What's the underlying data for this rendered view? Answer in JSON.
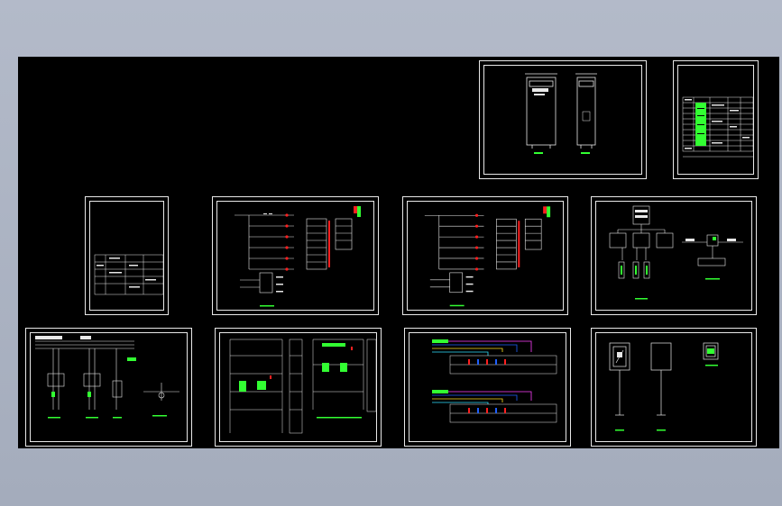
{
  "viewport": {
    "background": "#a9b0c0",
    "canvas": "#000000"
  },
  "colors": {
    "line": "#e8e8e8",
    "green": "#32ff32",
    "red": "#ff2020",
    "blue": "#2060ff",
    "yellow": "#ffe020",
    "cyan": "#30e0ff",
    "magenta": "#ff40ff"
  },
  "sheets": [
    {
      "id": "cabinet-elevation",
      "content": "cabinet-elevation"
    },
    {
      "id": "equipment-schedule",
      "content": "equipment-schedule"
    },
    {
      "id": "cover-sheet",
      "content": "cover-sheet"
    },
    {
      "id": "control-schematic-1",
      "content": "control-schematic"
    },
    {
      "id": "control-schematic-2",
      "content": "control-schematic"
    },
    {
      "id": "network-diagram",
      "content": "network-diagram"
    },
    {
      "id": "power-circuit",
      "content": "power-circuit"
    },
    {
      "id": "terminal-diagram",
      "content": "terminal-diagram"
    },
    {
      "id": "wiring-diagram",
      "content": "wiring-diagram"
    },
    {
      "id": "column-box-detail",
      "content": "column-box-detail"
    }
  ]
}
